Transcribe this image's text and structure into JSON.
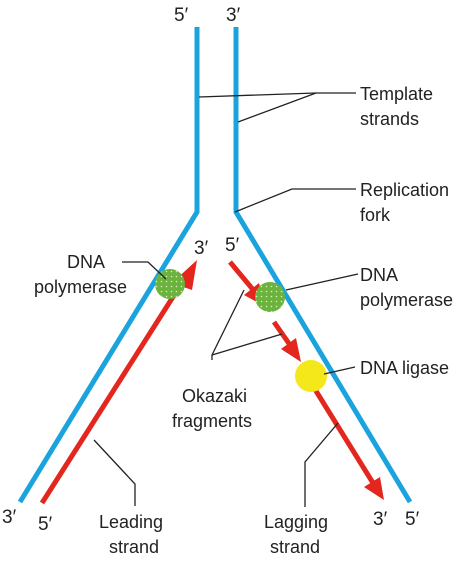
{
  "colors": {
    "template_strand": "#1aa3dc",
    "new_strand": "#e3261e",
    "polymerase": "#6bb33d",
    "ligase": "#f5e81a",
    "leader_line": "#222222",
    "text": "#222222"
  },
  "labels": {
    "template_line1": "Template",
    "template_line2": "strands",
    "fork_line1": "Replication",
    "fork_line2": "fork",
    "poly_left_line1": "DNA",
    "poly_left_line2": "polymerase",
    "poly_right_line1": "DNA",
    "poly_right_line2": "polymerase",
    "ligase": "DNA ligase",
    "okazaki_line1": "Okazaki",
    "okazaki_line2": "fragments",
    "leading_line1": "Leading",
    "leading_line2": "strand",
    "lagging_line1": "Lagging",
    "lagging_line2": "strand"
  },
  "ends": {
    "top_left": "5′",
    "top_right": "3′",
    "leading_top": "3′",
    "lagging_top": "5′",
    "bottom_far_left": "3′",
    "bottom_left": "5′",
    "bottom_right_inner": "3′",
    "bottom_right_outer": "5′"
  },
  "icons": {
    "polymerase": "dotted-green-circle",
    "ligase": "yellow-circle",
    "strand_direction": "red-arrowhead"
  }
}
